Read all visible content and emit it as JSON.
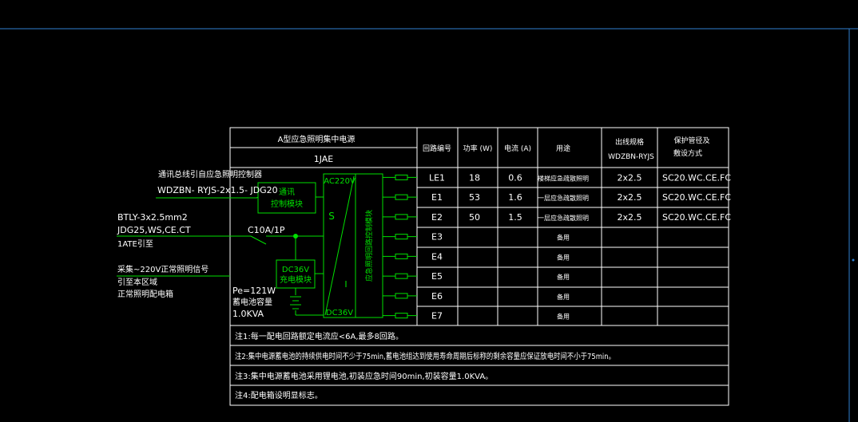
{
  "colors": {
    "background": "#000000",
    "frame_line": "#2f7fd0",
    "table_line": "#ffffff",
    "text": "#ffffff",
    "wiring": "#00e000"
  },
  "panel": {
    "title": "A型应急照明集中电源",
    "code": "1JAE"
  },
  "headers": {
    "circuit": "回路编号",
    "power": "功率 (W)",
    "current": "电流 (A)",
    "usage": "用途",
    "cable_line1": "出线规格",
    "cable_line2": "WDZBN-RYJS",
    "protection_line1": "保护管径及",
    "protection_line2": "敷设方式"
  },
  "rows": [
    {
      "circuit": "LE1",
      "power": "18",
      "current": "0.6",
      "usage": "楼梯应急疏散照明",
      "cable": "2x2.5",
      "protection": "SC20.WC.CE.FC"
    },
    {
      "circuit": "E1",
      "power": "53",
      "current": "1.6",
      "usage": "一层应急疏散照明",
      "cable": "2x2.5",
      "protection": "SC20.WC.CE.FC"
    },
    {
      "circuit": "E2",
      "power": "50",
      "current": "1.5",
      "usage": "一层应急疏散照明",
      "cable": "2x2.5",
      "protection": "SC20.WC.CE.FC"
    },
    {
      "circuit": "E3",
      "power": "",
      "current": "",
      "usage": "备用",
      "cable": "",
      "protection": ""
    },
    {
      "circuit": "E4",
      "power": "",
      "current": "",
      "usage": "备用",
      "cable": "",
      "protection": ""
    },
    {
      "circuit": "E5",
      "power": "",
      "current": "",
      "usage": "备用",
      "cable": "",
      "protection": ""
    },
    {
      "circuit": "E6",
      "power": "",
      "current": "",
      "usage": "备用",
      "cable": "",
      "protection": ""
    },
    {
      "circuit": "E7",
      "power": "",
      "current": "",
      "usage": "备用",
      "cable": "",
      "protection": ""
    }
  ],
  "left_labels": {
    "comm_line1": "通讯总线引自应急照明控制器",
    "comm_line2": "WDZBN- RYJS-2x1.5- JDG20",
    "power_line1": "BTLY-3x2.5mm2",
    "power_line2": "JDG25,WS,CE.CT",
    "power_line3": "1ATE引至",
    "signal_line1": "采集~220V正常照明信号",
    "signal_line2": "引至本区域",
    "signal_line3": "正常照明配电箱"
  },
  "components": {
    "breaker": "C10A/1P",
    "comm_module_line1": "通讯",
    "comm_module_line2": "控制模块",
    "charge_module_line1": "DC36V",
    "charge_module_line2": "充电模块",
    "ac_label": "AC220V",
    "dc_label": "DC36V",
    "converter_s": "S",
    "converter_i": "I",
    "distribution_module": "应急照明回路控制模块",
    "battery_line1": "Pe=121W",
    "battery_line2": "蓄电池容量",
    "battery_line3": "1.0KVA"
  },
  "notes": [
    "注1:每一配电回路额定电流应<6A,最多8回路。",
    "注2:集中电源蓄电池的持续供电时间不少于75min,蓄电池组达到使用寿命周期后标称的剩余容量应保证放电时间不小于75min。",
    "注3:集中电源蓄电池采用锂电池,初装应急时间90min,初装容量1.0KVA。",
    "注4:配电箱设明显标志。"
  ]
}
